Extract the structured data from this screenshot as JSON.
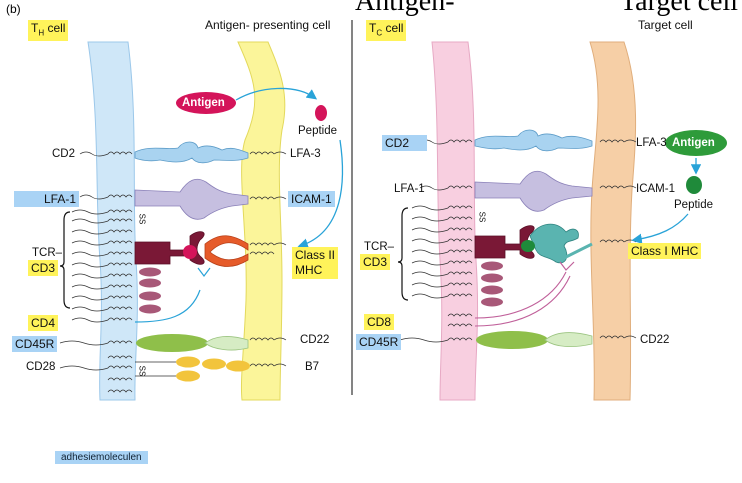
{
  "header": {
    "cropped_title_fragment": "Antigen-Target cell"
  },
  "panel_letter": "(b)",
  "left_panel": {
    "cell_title": "TH cell",
    "cell_title_main": "T",
    "cell_title_sub": "H",
    "cell_title_rest": " cell",
    "apc_title": "Antigen- presenting cell",
    "antigen_label": "Antigen",
    "peptide_label": "Peptide",
    "left_labels": {
      "cd2": "CD2",
      "lfa1": "LFA-1",
      "tcr": "TCR–",
      "cd3": "CD3",
      "cd4": "CD4",
      "cd45r": "CD45R",
      "cd28": "CD28"
    },
    "right_labels": {
      "lfa3": "LFA-3",
      "icam1": "ICAM-1",
      "classii_1": "Class II",
      "classii_2": "MHC",
      "cd22": "CD22",
      "b7": "B7"
    },
    "ss": "SS"
  },
  "right_panel": {
    "cell_title_main": "T",
    "cell_title_sub": "C",
    "cell_title_rest": " cell",
    "target_title": "Target cell",
    "antigen_label": "Antigen",
    "peptide_label": "Peptide",
    "left_labels": {
      "cd2": "CD2",
      "lfa1": "LFA-1",
      "tcr": "TCR–",
      "cd3": "CD3",
      "cd8": "CD8",
      "cd45r": "CD45R"
    },
    "right_labels": {
      "lfa3": "LFA-3",
      "icam1": "ICAM-1",
      "classi": "Class I MHC",
      "cd22": "CD22"
    },
    "ss": "SS"
  },
  "footer_tag": "adhesiemoleculen",
  "colors": {
    "th_membrane": "#cfe7f8",
    "apc_membrane": "#fbf59a",
    "tc_membrane": "#f8cfe0",
    "target_membrane": "#f6cfa6",
    "antigen_left": "#d4145a",
    "antigen_right": "#2e9b3a",
    "highlight_yellow": "#fff35a",
    "highlight_blue": "#a9d3f5",
    "arrow": "#29a3d8"
  }
}
